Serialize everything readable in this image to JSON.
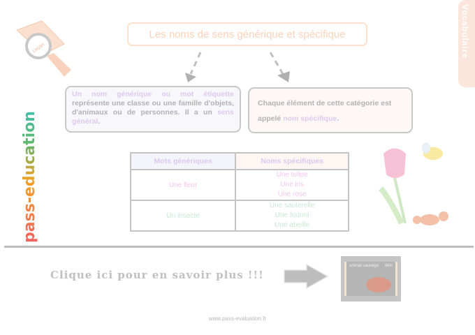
{
  "title": "Les noms de sens générique et spécifique",
  "side_tab": "Vocabulaire",
  "lesson_badge": "Leçon",
  "generic_box": {
    "lead": "Un nom générique ou mot étiquette",
    "body": " représente une classe ou une famille d'objets, d'animaux ou de personnes. Il a un ",
    "highlight": "sens général",
    "end": "."
  },
  "specific_box": {
    "body": "Chaque élément de cette catégorie est appelé ",
    "highlight": "nom spécifique",
    "end": "."
  },
  "table": {
    "headers": [
      "Mots génériques",
      "Noms spécifiques"
    ],
    "rows": [
      {
        "generic": "Une fleur",
        "specifics": [
          "Une tulipe",
          "Une iris",
          "Une rose"
        ]
      },
      {
        "generic": "Un insecte",
        "specifics": [
          "Une sauterelle",
          "Une fourmi",
          "Une abeille"
        ]
      }
    ]
  },
  "more_link": "Clique ici pour en savoir plus !!!",
  "thumbnail": {
    "left": "animal sauvage",
    "right": "félin"
  },
  "footer": "www.pass-evaluation.fr",
  "watermark": "pass-education"
}
